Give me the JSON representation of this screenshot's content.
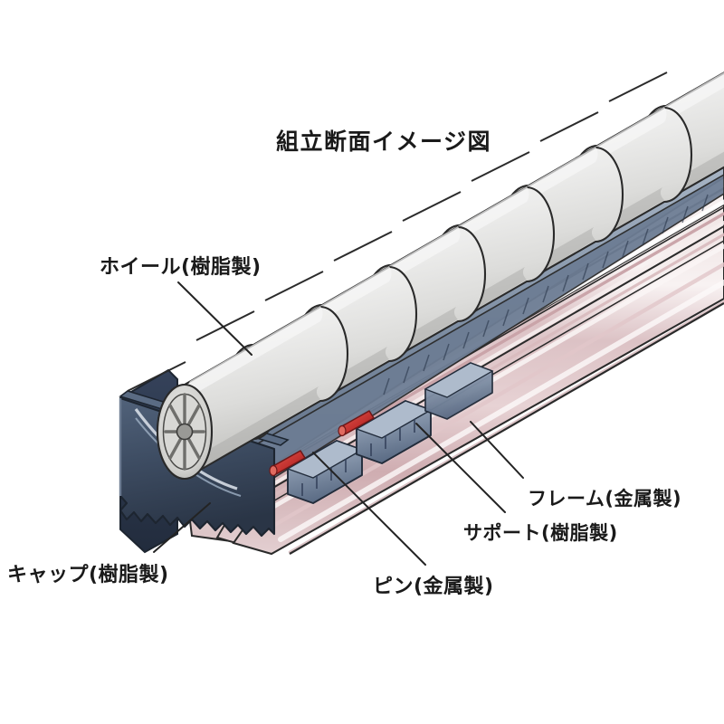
{
  "title": "組立断面イメージ図",
  "labels": {
    "wheel": "ホイール(樹脂製)",
    "cap": "キャップ(樹脂製)",
    "pin": "ピン(金属製)",
    "frame": "フレーム(金属製)",
    "support": "サポート(樹脂製)"
  },
  "colors": {
    "background": "#ffffff",
    "wheel_body": "#e4e4e2",
    "wheel_shade": "#c9c9c6",
    "wheel_highlight": "#f4f4f2",
    "wheel_rim": "#d2d2cf",
    "wheel_spoke": "#8e8e8a",
    "wheel_hub_dark": "#6e6e6b",
    "cap_body": "#3e4d63",
    "cap_shade": "#2b3748",
    "cap_edge": "#56657c",
    "frame_body": "#e8d6d7",
    "frame_pink": "#d8b9bc",
    "frame_highlight": "#f6eeee",
    "frame_shade": "#c7a6aa",
    "support_body": "#8b9aae",
    "support_shade": "#5c6d85",
    "support_light": "#b3c0d0",
    "pin_red": "#d03a3a",
    "pin_red_dark": "#a02626",
    "outline": "#2a2a2a",
    "leader_line": "#232323",
    "text": "#1a1a1a"
  },
  "diagram": {
    "type": "cutaway-isometric-illustration",
    "subject": "wheel-conveyor-assembly-cross-section",
    "wheel_count": 8,
    "components": [
      {
        "name": "wheel",
        "material": "resin"
      },
      {
        "name": "cap",
        "material": "resin"
      },
      {
        "name": "pin",
        "material": "metal"
      },
      {
        "name": "frame",
        "material": "metal"
      },
      {
        "name": "support",
        "material": "resin"
      }
    ]
  }
}
